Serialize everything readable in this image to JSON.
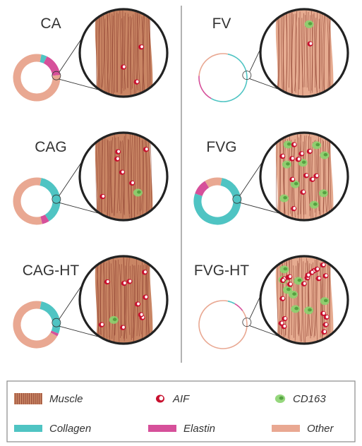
{
  "colors": {
    "muscle_fill": "#c98564",
    "muscle_fill_pale": "#e6ab90",
    "muscle_line": "#8c3f2f",
    "collagen": "#4fc4c3",
    "elastin": "#d6509a",
    "other": "#e9a892",
    "aif_red": "#c8102e",
    "cd163_green": "#8bd36f",
    "zoom_stroke": "#222222",
    "divider": "#9a9a9a"
  },
  "panels": [
    {
      "label": "CA",
      "wall": "thick",
      "rings": {
        "collagen": 0.04,
        "elastin": 0.16,
        "other": 0.8
      },
      "stain_pale": false,
      "aif_count": 3,
      "cd163_count": 0
    },
    {
      "label": "FV",
      "wall": "thin",
      "rings": {
        "collagen": 0.55,
        "elastin": 0.18,
        "other": 0.27
      },
      "stain_pale": true,
      "aif_count": 1,
      "cd163_count": 1
    },
    {
      "label": "CAG",
      "wall": "thick",
      "rings": {
        "collagen": 0.38,
        "elastin": 0.05,
        "other": 0.57
      },
      "stain_pale": false,
      "aif_count": 6,
      "cd163_count": 1
    },
    {
      "label": "FVG",
      "wall": "thick",
      "rings": {
        "collagen": 0.77,
        "elastin": 0.11,
        "other": 0.12
      },
      "stain_pale": true,
      "aif_count": 12,
      "cd163_count": 9
    },
    {
      "label": "CAG-HT",
      "wall": "thick",
      "rings": {
        "collagen": 0.28,
        "elastin": 0.02,
        "other": 0.7
      },
      "stain_pale": false,
      "aif_count": 10,
      "cd163_count": 1
    },
    {
      "label": "FVG-HT",
      "wall": "thin",
      "rings": {
        "collagen": 0.05,
        "elastin": 0.07,
        "other": 0.88
      },
      "stain_pale": true,
      "aif_count": 22,
      "cd163_count": 8
    }
  ],
  "legend": [
    {
      "label": "Muscle",
      "icon": "muscle-swatch"
    },
    {
      "label": "AIF",
      "icon": "aif-cell-icon"
    },
    {
      "label": "CD163",
      "icon": "cd163-cell-icon"
    },
    {
      "label": "Collagen",
      "icon": "collagen-swatch"
    },
    {
      "label": "Elastin",
      "icon": "elastin-swatch"
    },
    {
      "label": "Other",
      "icon": "other-swatch"
    }
  ]
}
